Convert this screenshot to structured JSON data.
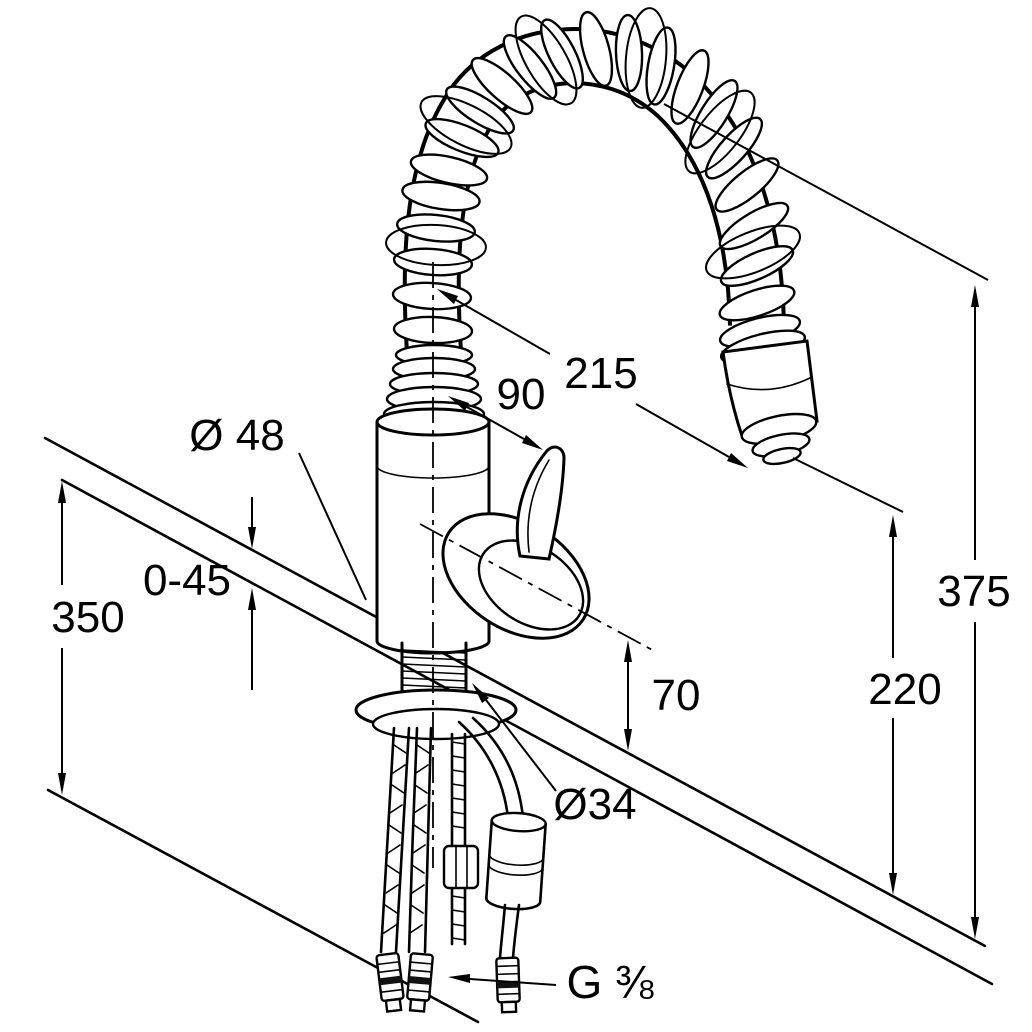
{
  "colors": {
    "ink": "#000000",
    "paper": "#ffffff"
  },
  "dimensions": {
    "body_diameter": "Ø 48",
    "deck_thickness_range": "0-45",
    "hose_length_below_deck": "350",
    "spout_reach": "215",
    "spray_head_offset": "90",
    "total_height": "375",
    "outlet_height": "220",
    "lever_axis_height": "70",
    "shank_diameter": "Ø34",
    "connection_thread": "G ⅜"
  }
}
